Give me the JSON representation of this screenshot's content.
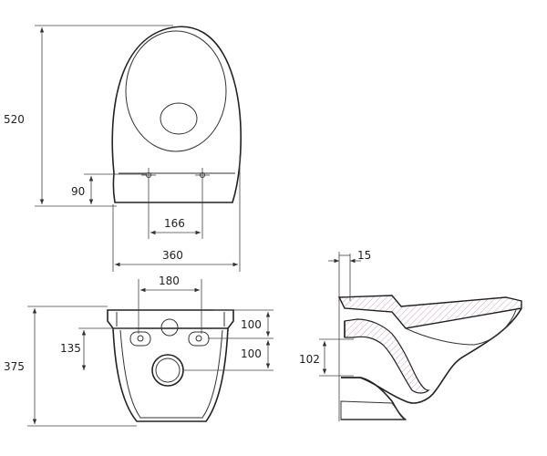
{
  "dimensions": {
    "top_view": {
      "length": "520",
      "bolt_offset": "90",
      "bolt_spacing": "166",
      "width": "360"
    },
    "rear_view": {
      "upper_spacing": "180",
      "height": "375",
      "inlet_height": "135",
      "upper_pipe_gap": "100",
      "lower_pipe_gap": "100"
    },
    "section_view": {
      "rim_thickness": "15",
      "outlet_height": "102"
    }
  },
  "colors": {
    "outline": "#222222",
    "hatch": "#b07aa8"
  }
}
